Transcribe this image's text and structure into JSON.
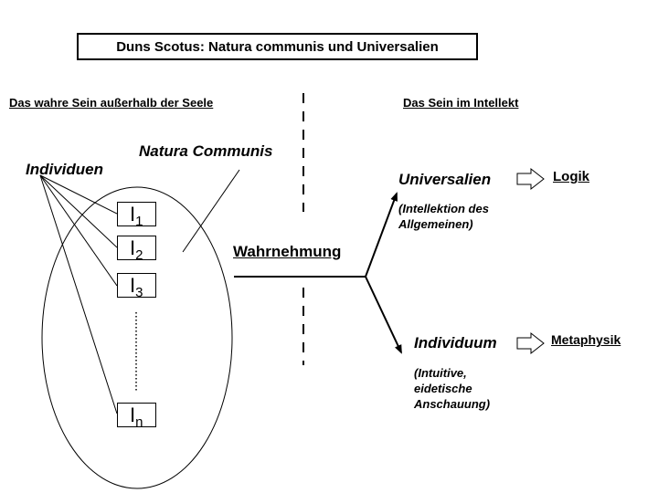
{
  "title": "Duns Scotus: Natura communis und Universalien",
  "headings": {
    "left": "Das wahre Sein außerhalb der Seele",
    "right": "Das Sein im Intellekt"
  },
  "labels": {
    "individuen": "Individuen",
    "natura_communis": "Natura Communis",
    "wahrnehmung": "Wahrnehmung",
    "universalien": "Universalien",
    "universalien_note": "(Intellektion des Allgemeinen)",
    "individuum": "Individuum",
    "individuum_note": "(Intuitive, eidetische Anschauung)",
    "logik": "Logik",
    "metaphysik": "Metaphysik"
  },
  "individuals": [
    {
      "letter": "I",
      "sub": "1"
    },
    {
      "letter": "I",
      "sub": "2"
    },
    {
      "letter": "I",
      "sub": "3"
    },
    {
      "letter": "I",
      "sub": "n"
    }
  ]
}
